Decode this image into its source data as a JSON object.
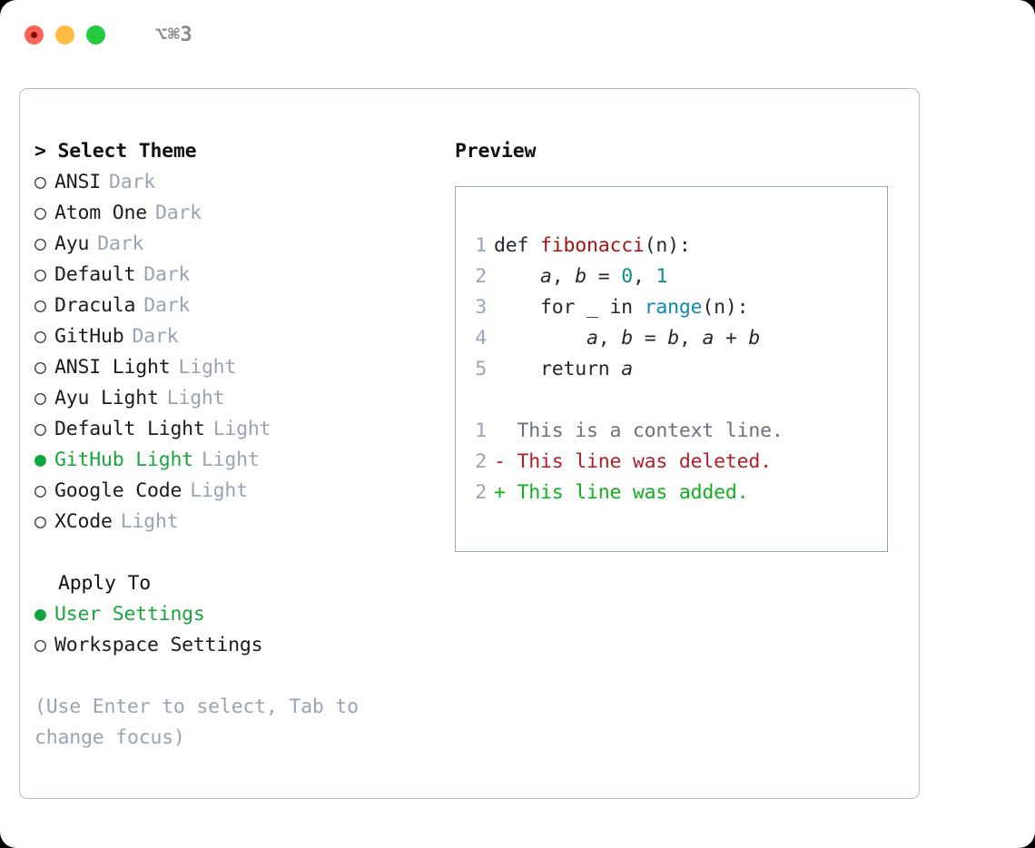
{
  "titlebar": {
    "shortcut": "⌥⌘3",
    "lights": [
      {
        "name": "close",
        "color": "#ff6058"
      },
      {
        "name": "minimize",
        "color": "#fdbc40"
      },
      {
        "name": "maximize",
        "color": "#25cb3f"
      }
    ]
  },
  "theme_picker": {
    "heading": "> Select Theme",
    "caret": ">",
    "heading_label": "Select Theme",
    "bullet_off": "○",
    "bullet_on": "●",
    "items": [
      {
        "name": "ANSI",
        "variant": "Dark",
        "selected": false
      },
      {
        "name": "Atom One",
        "variant": "Dark",
        "selected": false
      },
      {
        "name": "Ayu",
        "variant": "Dark",
        "selected": false
      },
      {
        "name": "Default",
        "variant": "Dark",
        "selected": false
      },
      {
        "name": "Dracula",
        "variant": "Dark",
        "selected": false
      },
      {
        "name": "GitHub",
        "variant": "Dark",
        "selected": false
      },
      {
        "name": "ANSI Light",
        "variant": "Light",
        "selected": false
      },
      {
        "name": "Ayu Light",
        "variant": "Light",
        "selected": false
      },
      {
        "name": "Default Light",
        "variant": "Light",
        "selected": false
      },
      {
        "name": "GitHub Light",
        "variant": "Light",
        "selected": true
      },
      {
        "name": "Google Code",
        "variant": "Light",
        "selected": false
      },
      {
        "name": "XCode",
        "variant": "Light",
        "selected": false
      }
    ]
  },
  "apply_to": {
    "heading": "Apply To",
    "items": [
      {
        "name": "User Settings",
        "selected": true
      },
      {
        "name": "Workspace Settings",
        "selected": false
      }
    ]
  },
  "hint": "(Use Enter to select, Tab to change focus)",
  "preview": {
    "title": "Preview",
    "code_lines": [
      {
        "no": "1",
        "segments": [
          {
            "text": "def ",
            "kind": "plain"
          },
          {
            "text": "fibonacci",
            "kind": "fn"
          },
          {
            "text": "(n):",
            "kind": "plain"
          }
        ]
      },
      {
        "no": "2",
        "segments": [
          {
            "text": "    ",
            "kind": "plain"
          },
          {
            "text": "a",
            "kind": "var"
          },
          {
            "text": ", ",
            "kind": "plain"
          },
          {
            "text": "b",
            "kind": "var"
          },
          {
            "text": " = ",
            "kind": "plain"
          },
          {
            "text": "0",
            "kind": "num"
          },
          {
            "text": ", ",
            "kind": "plain"
          },
          {
            "text": "1",
            "kind": "num"
          }
        ]
      },
      {
        "no": "3",
        "segments": [
          {
            "text": "    for _ in ",
            "kind": "plain"
          },
          {
            "text": "range",
            "kind": "builtin"
          },
          {
            "text": "(n):",
            "kind": "plain"
          }
        ]
      },
      {
        "no": "4",
        "segments": [
          {
            "text": "        ",
            "kind": "plain"
          },
          {
            "text": "a",
            "kind": "var"
          },
          {
            "text": ", ",
            "kind": "plain"
          },
          {
            "text": "b",
            "kind": "var"
          },
          {
            "text": " = ",
            "kind": "plain"
          },
          {
            "text": "b",
            "kind": "var"
          },
          {
            "text": ", ",
            "kind": "plain"
          },
          {
            "text": "a",
            "kind": "var"
          },
          {
            "text": " + ",
            "kind": "plain"
          },
          {
            "text": "b",
            "kind": "var"
          }
        ]
      },
      {
        "no": "5",
        "segments": [
          {
            "text": "    return ",
            "kind": "plain"
          },
          {
            "text": "a",
            "kind": "var"
          }
        ]
      }
    ],
    "diff_lines": [
      {
        "no": "1",
        "marker": " ",
        "text": "  This is a context line.",
        "kind": "ctx"
      },
      {
        "no": "2",
        "marker": "-",
        "text": "- This line was deleted.",
        "kind": "del"
      },
      {
        "no": "2",
        "marker": "+",
        "text": "+ This line was added.",
        "kind": "add"
      }
    ]
  },
  "colors": {
    "green": "#16a63a",
    "muted": "#9aa3b2",
    "border": "#b4bdca",
    "preview_border": "#9aa5b4",
    "fn_red": "#a31515",
    "num_teal": "#0a8f85",
    "builtin_blue": "#0e87b8",
    "diff_del": "#b31d28",
    "diff_add": "#10b11f",
    "diff_ctx": "#6a737d"
  }
}
